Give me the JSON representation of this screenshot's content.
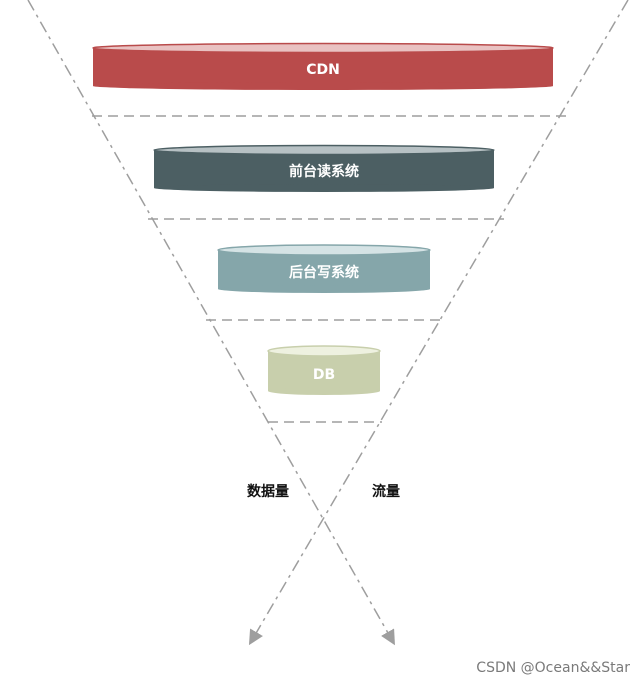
{
  "layers": [
    {
      "label": "CDN",
      "color": "#b94b4b",
      "top_color": "#e9c2c2"
    },
    {
      "label": "前台读系统",
      "color": "#4c5f63",
      "top_color": "#b7c1c4"
    },
    {
      "label": "后台写系统",
      "color": "#85a6aa",
      "top_color": "#d5e3e5"
    },
    {
      "label": "DB",
      "color": "#c8cfac",
      "top_color": "#eef1e0"
    }
  ],
  "axis_labels": {
    "data_volume": "数据量",
    "traffic": "流量"
  },
  "watermark": "CSDN @Ocean&&Star"
}
